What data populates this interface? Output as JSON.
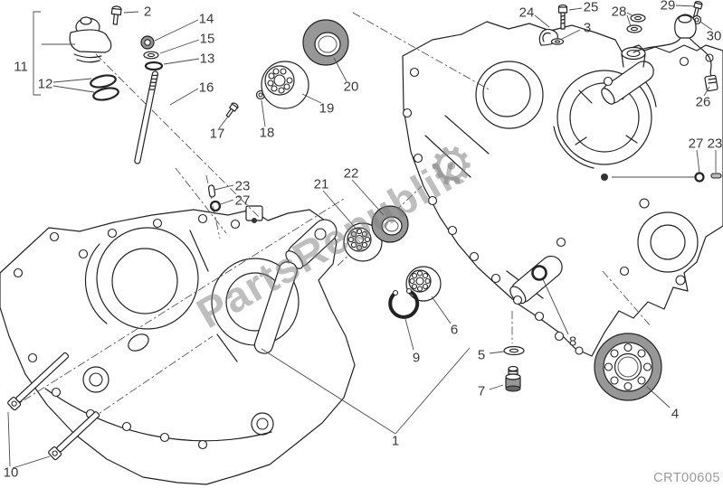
{
  "diagram": {
    "drawing_code": "CRT00605",
    "watermark_text": "PartsRepublik",
    "watermark_gear": "⚙",
    "line_color": "#222222",
    "shaded_part_color": "#979797",
    "callouts": [
      {
        "n": "2"
      },
      {
        "n": "14"
      },
      {
        "n": "15"
      },
      {
        "n": "13"
      },
      {
        "n": "11"
      },
      {
        "n": "12"
      },
      {
        "n": "16"
      },
      {
        "n": "17"
      },
      {
        "n": "18"
      },
      {
        "n": "19"
      },
      {
        "n": "20"
      },
      {
        "n": "21"
      },
      {
        "n": "22"
      },
      {
        "n": "23"
      },
      {
        "n": "27"
      },
      {
        "n": "24"
      },
      {
        "n": "25"
      },
      {
        "n": "3"
      },
      {
        "n": "28"
      },
      {
        "n": "29"
      },
      {
        "n": "30"
      },
      {
        "n": "26"
      },
      {
        "n": "27"
      },
      {
        "n": "23"
      },
      {
        "n": "1"
      },
      {
        "n": "4"
      },
      {
        "n": "5"
      },
      {
        "n": "6"
      },
      {
        "n": "7"
      },
      {
        "n": "8"
      },
      {
        "n": "9"
      },
      {
        "n": "10"
      }
    ]
  }
}
